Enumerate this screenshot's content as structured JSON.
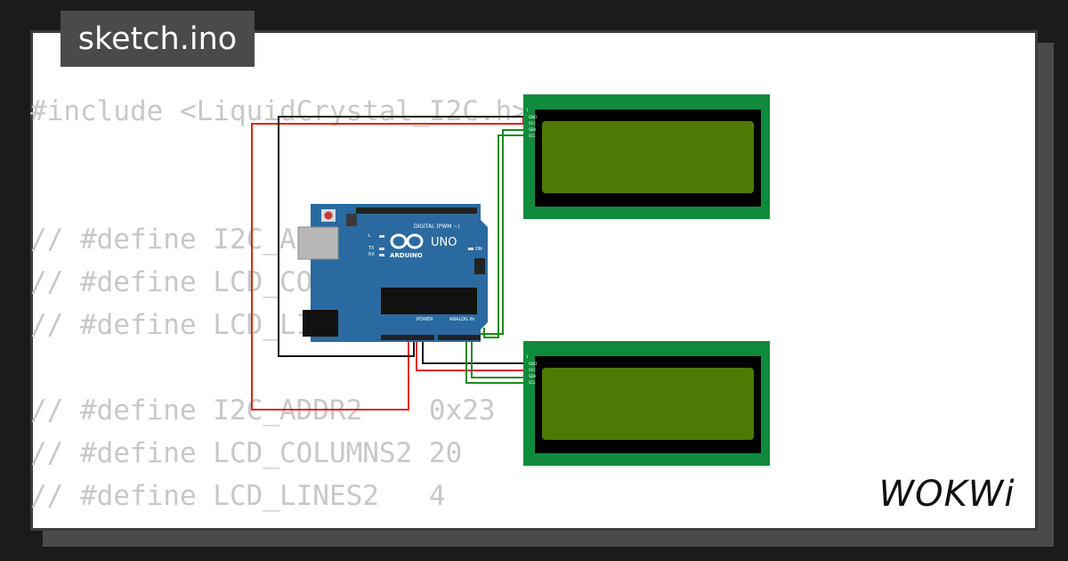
{
  "tab": {
    "filename": "sketch.ino"
  },
  "code_lines": [
    "#include <LiquidCrystal_I2C.h>",
    "",
    "",
    "// #define I2C_ADDR    0x27",
    "// #define LCD_COLUMNS 20",
    "// #define LCD_LINES   4",
    "",
    "// #define I2C_ADDR2    0x23",
    "// #define LCD_COLUMNS2 20",
    "// #define LCD_LINES2   4"
  ],
  "board": {
    "model": "UNO",
    "brand": "ARDUINO",
    "header_label": "DIGITAL (PWM ~)",
    "power_label": "POWER",
    "analog_label": "ANALOG IN",
    "on_label": "ON",
    "tx_label": "TX",
    "rx_label": "RX",
    "l_label": "L"
  },
  "lcd_pins": [
    "1",
    "GND",
    "VCC",
    "SDA",
    "SCL"
  ],
  "logo": {
    "text": "WOKWi"
  },
  "colors": {
    "wire_red": "#e02020",
    "wire_black": "#111111",
    "wire_green": "#1a8a1a",
    "board_blue": "#2a6aa0",
    "lcd_frame": "#0f8a3c",
    "lcd_screen": "#4d7a04",
    "code_text": "#c8c8c8"
  }
}
